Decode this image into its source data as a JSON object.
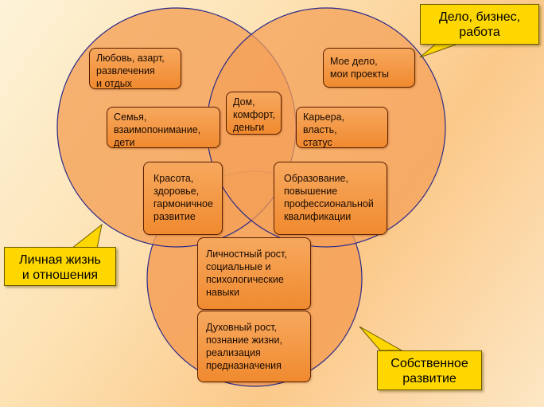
{
  "colors": {
    "circle_fill": "#f4a057",
    "circle_stroke": "#2a2a8a",
    "box_fill": "#f29040",
    "box_border": "#5a1f00",
    "callout_fill": "#ffd700"
  },
  "callouts": {
    "business": "Дело, бизнес,\nработа",
    "personal": "Личная жизнь\nи отношения",
    "development": "Собственное\nразвитие"
  },
  "boxes": {
    "love": "Любовь, азарт,\nразвлечения\nи отдых",
    "own_business": "Мое дело,\nмои проекты",
    "home": "Дом,\nкомфорт,\nденьги",
    "family": "Семья,\nвзаимопонимание,\nдети",
    "career": "Карьера,\nвласть,\nстатус",
    "beauty": "Красота,\nздоровье,\nгармоничное\nразвитие",
    "education": "Образование,\nповышение\nпрофессиональной\nквалификации",
    "personal_growth": "Личностный рост,\nсоциальные и\nпсихологические\nнавыки",
    "spiritual_growth": "Духовный рост,\nпознание жизни,\nреализация\nпредназначения"
  }
}
